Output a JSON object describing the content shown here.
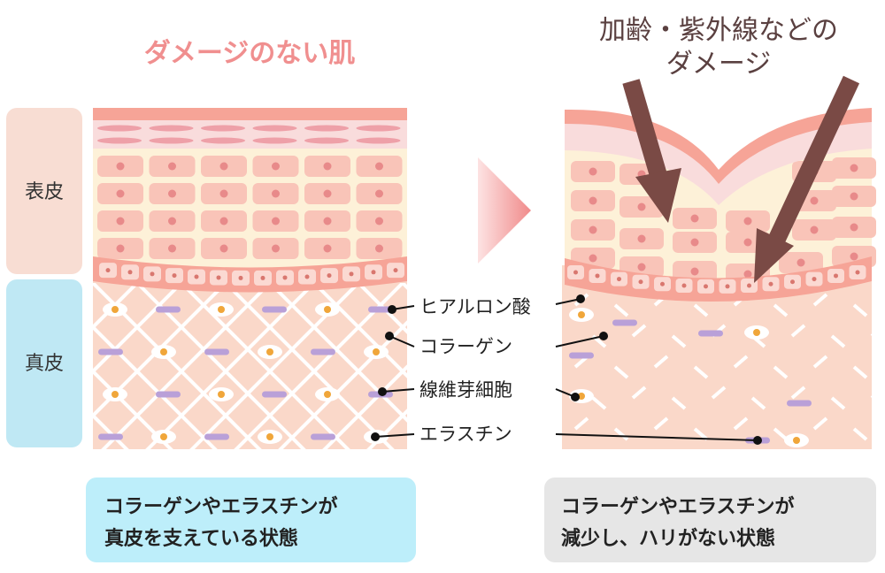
{
  "left_title": "ダメージのない肌",
  "right_title": [
    "加齢・紫外線などの",
    "ダメージ"
  ],
  "side_labels": {
    "epidermis": "表皮",
    "dermis": "真皮"
  },
  "component_labels": [
    "ヒアルロン酸",
    "コラーゲン",
    "線維芽細胞",
    "エラスチン"
  ],
  "captions": {
    "left": [
      "コラーゲンやエラスチンが",
      "真皮を支えている状態"
    ],
    "right": [
      "コラーゲンやエラスチンが",
      "減少し、ハリがない状態"
    ]
  },
  "colors": {
    "stratum": "#f6a497",
    "granular": "#f9dcdc",
    "spinous_bg": "#fdf1d8",
    "cell": "#f9c4b8",
    "nucleus": "#e88a8a",
    "dermis": "#fad8c9",
    "elastin": "#b9a0d8",
    "fibroblast_dot": "#f0a63a",
    "arrow": "#7a4a45",
    "epidermis_box": "#f8ddd3",
    "dermis_box": "#bfe8f4",
    "caption_left": "#bdeefa",
    "caption_right": "#e6e6e6"
  }
}
